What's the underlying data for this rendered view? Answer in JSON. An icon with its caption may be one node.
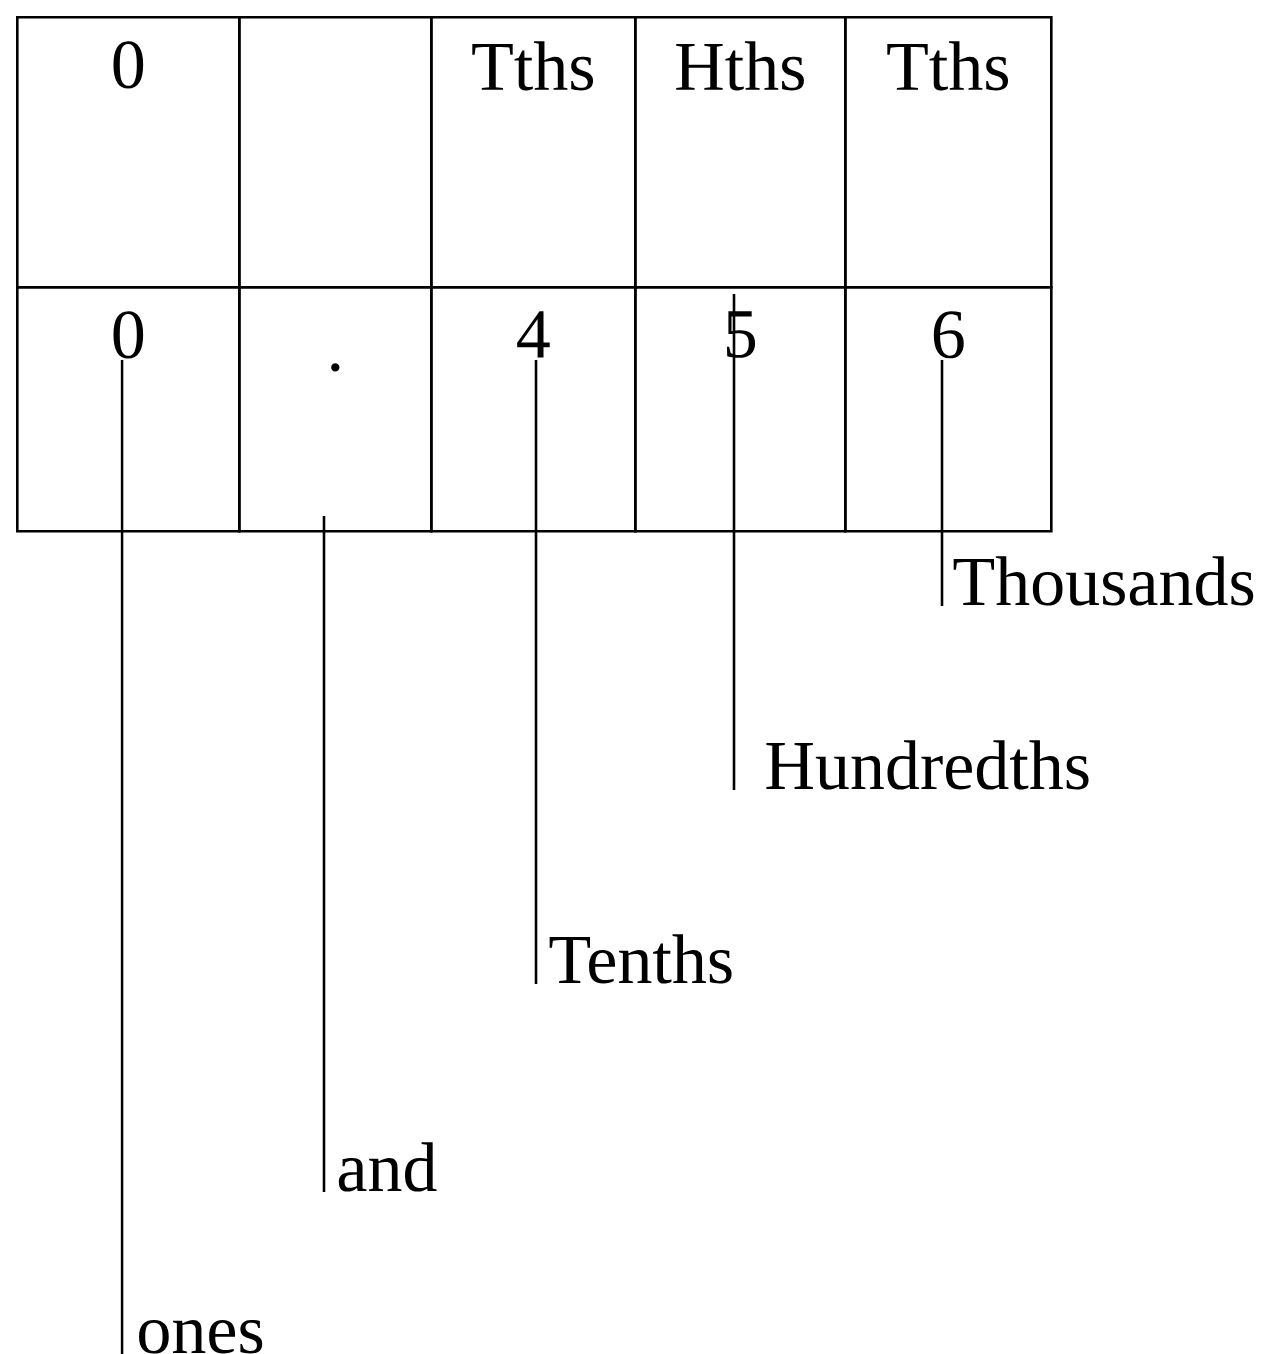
{
  "diagram": {
    "nodes": [
      {
        "text": [
          "0"
        ]
      },
      {
        "text": [],
        "shape": "box"
      },
      {
        "text": [
          "Tths"
        ]
      },
      {
        "text": [
          "Hths"
        ]
      },
      {
        "text": [
          "Tths"
        ]
      },
      {
        "text": [
          "0"
        ]
      },
      {
        "text": [
          "."
        ]
      },
      {
        "text": [
          "4"
        ]
      },
      {
        "text": [
          "5"
        ]
      },
      {
        "text": [
          "6"
        ]
      },
      {
        "text": [
          "Thousands"
        ]
      },
      {
        "text": [
          "Hundredths"
        ]
      },
      {
        "text": [
          "Tenths"
        ]
      },
      {
        "text": [
          "and"
        ]
      },
      {
        "text": [
          "ones"
        ]
      }
    ],
    "edges": [
      {
        "from": 10,
        "to": 9,
        "arrow": "none"
      },
      {
        "from": 11,
        "to": 8,
        "arrow": "none"
      },
      {
        "from": 12,
        "to": 7,
        "arrow": "none"
      },
      {
        "from": 13,
        "to": 6,
        "arrow": "none"
      },
      {
        "from": 14,
        "to": 5,
        "arrow": "none"
      }
    ]
  }
}
